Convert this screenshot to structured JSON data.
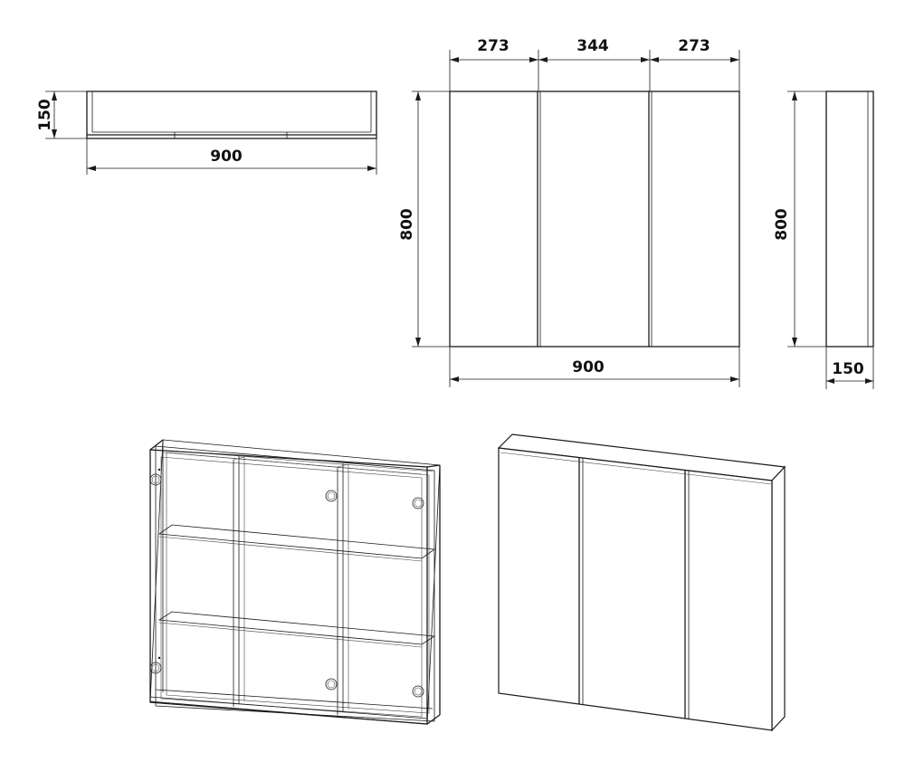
{
  "dimensions": {
    "top_depth": "150",
    "top_width": "900",
    "front_left_door": "273",
    "front_center_door": "344",
    "front_right_door": "273",
    "front_height": "800",
    "front_width": "900",
    "side_height": "800",
    "side_depth": "150"
  }
}
